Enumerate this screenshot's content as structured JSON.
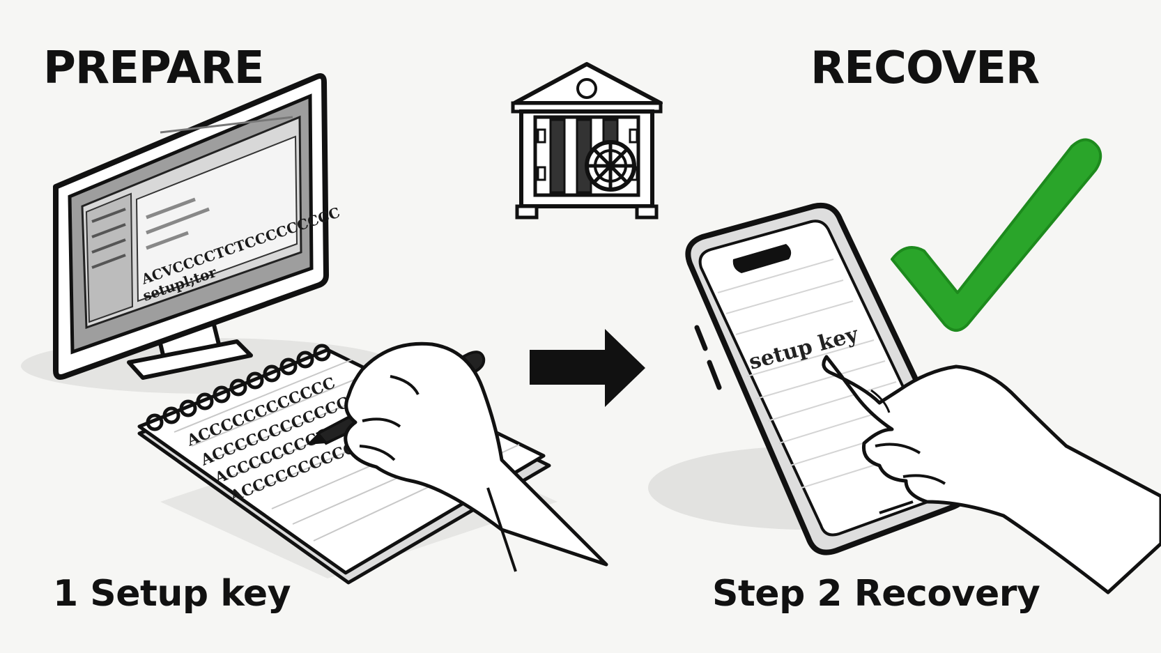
{
  "labels": {
    "prepare": "PREPARE",
    "recover": "RECOVER",
    "step1": "1 Setup key",
    "step2": "Step 2 Recovery"
  },
  "screen_text": {
    "monitor_line1": "ACVCCCCTCTCCCCCCCCC",
    "monitor_line2": "setupl;tor",
    "phone_key": "setup key"
  },
  "notebook_lines": [
    "ACCCCCCCCCCCC",
    "ACCCCCCCCCCCCC",
    "ACCCCCCCCCCCC",
    "ACCCCCCCCCCC"
  ],
  "icons": {
    "computer": "computer-monitor-icon",
    "notebook": "notebook-icon",
    "hand_pen": "hand-writing-icon",
    "bank_vault": "bank-vault-icon",
    "arrow": "arrow-right-icon",
    "phone": "smartphone-icon",
    "hand_tap": "hand-tapping-icon",
    "check": "checkmark-icon"
  },
  "colors": {
    "ink": "#111111",
    "check_green": "#2aa52a",
    "background": "#f6f6f4"
  }
}
